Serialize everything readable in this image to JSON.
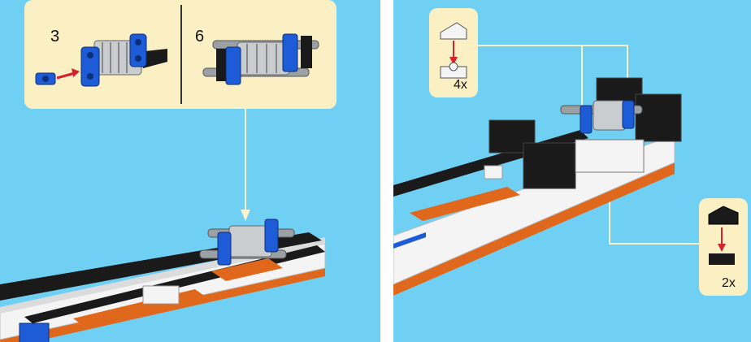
{
  "left_page": {
    "callout": {
      "steps": [
        {
          "number": "3"
        },
        {
          "number": "6"
        }
      ]
    }
  },
  "right_page": {
    "callouts": [
      {
        "quantity": "4x"
      },
      {
        "quantity": "2x"
      }
    ]
  },
  "colors": {
    "background": "#6fd0f4",
    "callout_fill": "#fbefc4",
    "brick_black": "#1a1a1a",
    "brick_white": "#f4f4f4",
    "brick_orange": "#e0681c",
    "brick_blue": "#1e5bd6",
    "brick_gray": "#9aa0a4",
    "arrow_red": "#d8202a"
  }
}
